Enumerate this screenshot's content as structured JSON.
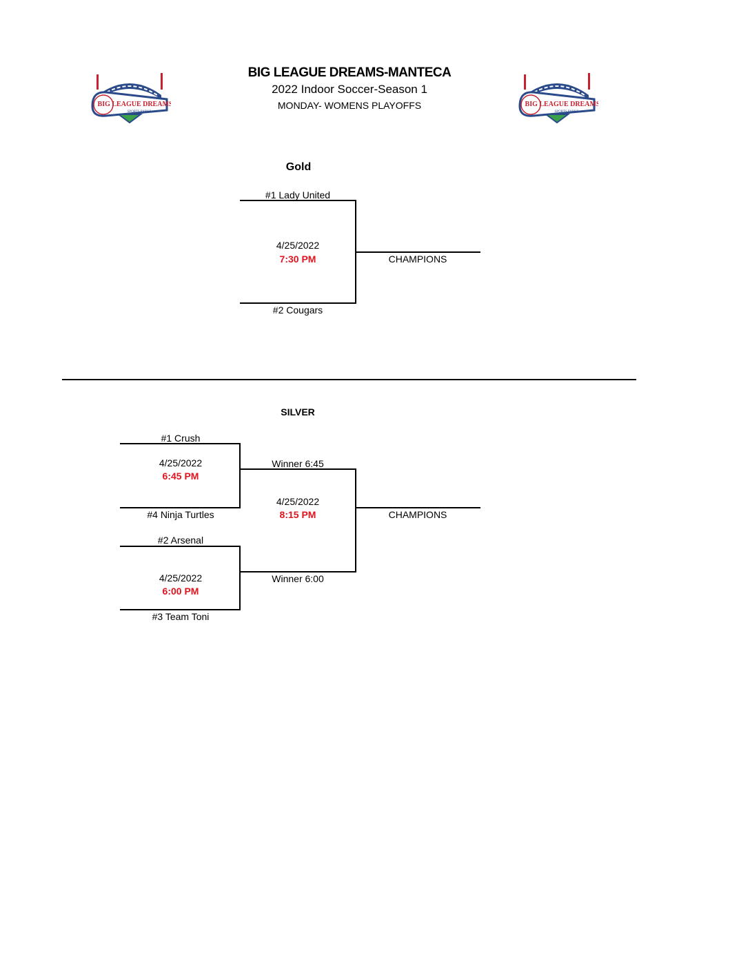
{
  "header": {
    "title": "BIG LEAGUE DREAMS-MANTECA",
    "subtitle": "2022 Indoor Soccer-Season 1",
    "event": "MONDAY- WOMENS PLAYOFFS",
    "logo_text": "BIG LEAGUE DREAMS",
    "logo_subtext": "SPORTS PARKS"
  },
  "colors": {
    "time_red": "#e0141e",
    "logo_blue": "#2a4a8a",
    "logo_red": "#c8202e",
    "logo_green": "#3aa04a"
  },
  "gold": {
    "title": "Gold",
    "team1": "#1 Lady United",
    "team2": "#2 Cougars",
    "date": "4/25/2022",
    "time": "7:30 PM",
    "final_label": "CHAMPIONS"
  },
  "silver": {
    "title": "SILVER",
    "semi1": {
      "team1": "#1 Crush",
      "team2": "#4 Ninja Turtles",
      "date": "4/25/2022",
      "time": "6:45 PM"
    },
    "semi2": {
      "team1": "#2 Arsenal",
      "team2": "#3 Team Toni",
      "date": "4/25/2022",
      "time": "6:00 PM"
    },
    "final": {
      "slot1": "Winner 6:45",
      "slot2": "Winner 6:00",
      "date": "4/25/2022",
      "time": "8:15 PM",
      "final_label": "CHAMPIONS"
    }
  }
}
